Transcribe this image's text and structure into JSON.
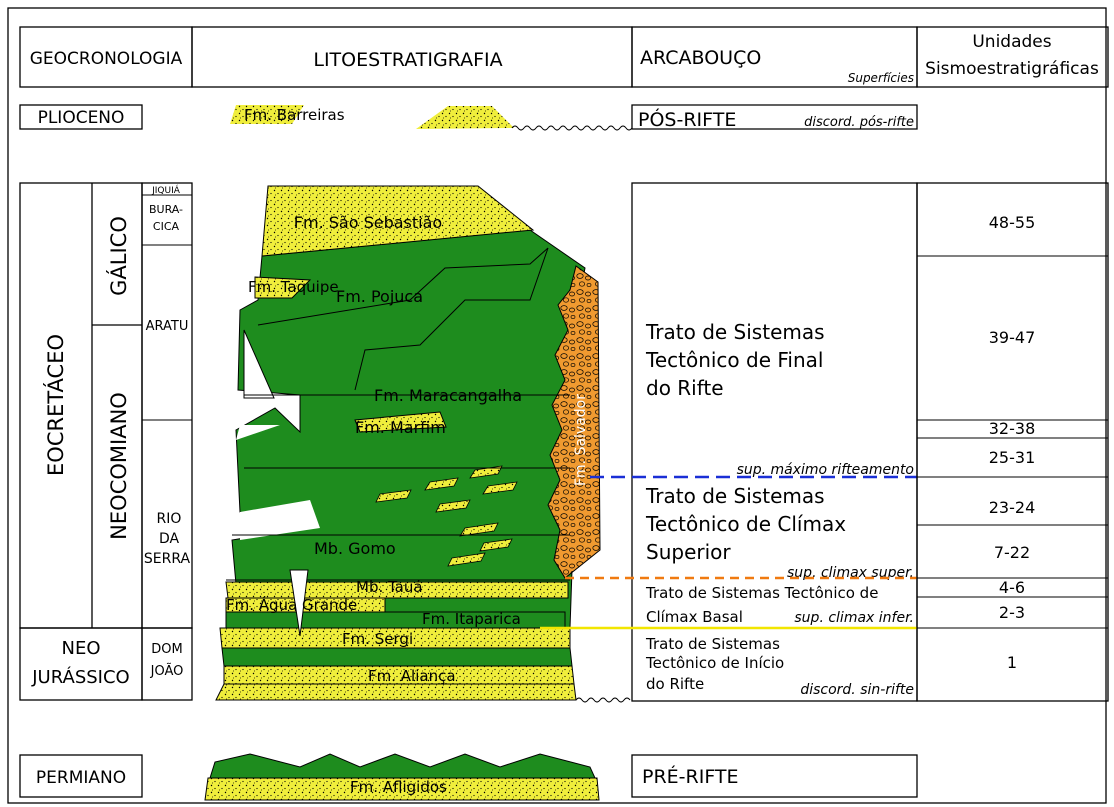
{
  "header": {
    "geocronologia": "GEOCRONOLOGIA",
    "litoestratigrafia": "LITOESTRATIGRAFIA",
    "arcabouco": "ARCABOUÇO",
    "superficies": "Superfícies",
    "unidades_line1": "Unidades",
    "unidades_line2": "Sismoestratigráficas"
  },
  "pliocene": {
    "age": "PLIOCENO",
    "formation": "Fm. Barreiras",
    "framework": "PÓS-RIFTE",
    "surface": "discord. pós-rifte"
  },
  "ages": {
    "eocretaceo": "EOCRETÁCEO",
    "galico": "GÁLICO",
    "neocomiano": "NEOCOMIANO",
    "neo": "NEO",
    "jurassico": "JURÁSSICO",
    "permiano": "PERMIANO"
  },
  "stages": {
    "jiquia": "JIQUIÁ",
    "buracica_1": "BURA-",
    "buracica_2": "CICA",
    "aratu": "ARATU",
    "rio": "RIO",
    "da": "DA",
    "serra": "SERRA",
    "dom": "DOM",
    "joao": "JOÃO"
  },
  "formations": {
    "sao_sebastiao": "Fm. São Sebastião",
    "taquipe": "Fm. Taquipe",
    "pojuca": "Fm. Pojuca",
    "maracangalha": "Fm. Maracangalha",
    "marfim": "Fm. Marfim",
    "salvador": "Fm. Salvador",
    "gomo": "Mb. Gomo",
    "taua": "Mb. Tauá",
    "agua_grande": "Fm. Água Grande",
    "itaparica": "Fm. Itaparica",
    "sergi": "Fm. Sergi",
    "alianca": "Fm. Aliança",
    "afligidos": "Fm. Afligidos"
  },
  "tracts": {
    "final_1": "Trato de Sistemas",
    "final_2": "Tectônico de Final",
    "final_3": "do Rifte",
    "climax_sup_1": "Trato de Sistemas",
    "climax_sup_2": "Tectônico de Clímax",
    "climax_sup_3": "Superior",
    "climax_basal_1": "Trato de Sistemas Tectônico de",
    "climax_basal_2": "Clímax Basal",
    "inicio_1": "Trato de Sistemas",
    "inicio_2": "Tectônico de Início",
    "inicio_3": "do Rifte",
    "pre_rifte": "PRÉ-RIFTE"
  },
  "surfaces": {
    "maximo": "sup. máximo rifteamento",
    "climax_super": "sup. climax super.",
    "climax_infer": "sup. climax infer.",
    "sin_rifte": "discord. sin-rifte"
  },
  "units": [
    "48-55",
    "39-47",
    "32-38",
    "25-31",
    "23-24",
    "7-22",
    "4-6",
    "2-3",
    "1"
  ],
  "colors": {
    "shale_green": "#1e8c1e",
    "sandstone_yellow": "#f0ee3c",
    "conglomerate_orange": "#f09a30",
    "surface_blue": "#1a2fd6",
    "surface_orange": "#f07a10",
    "surface_yellow": "#f2e600"
  }
}
